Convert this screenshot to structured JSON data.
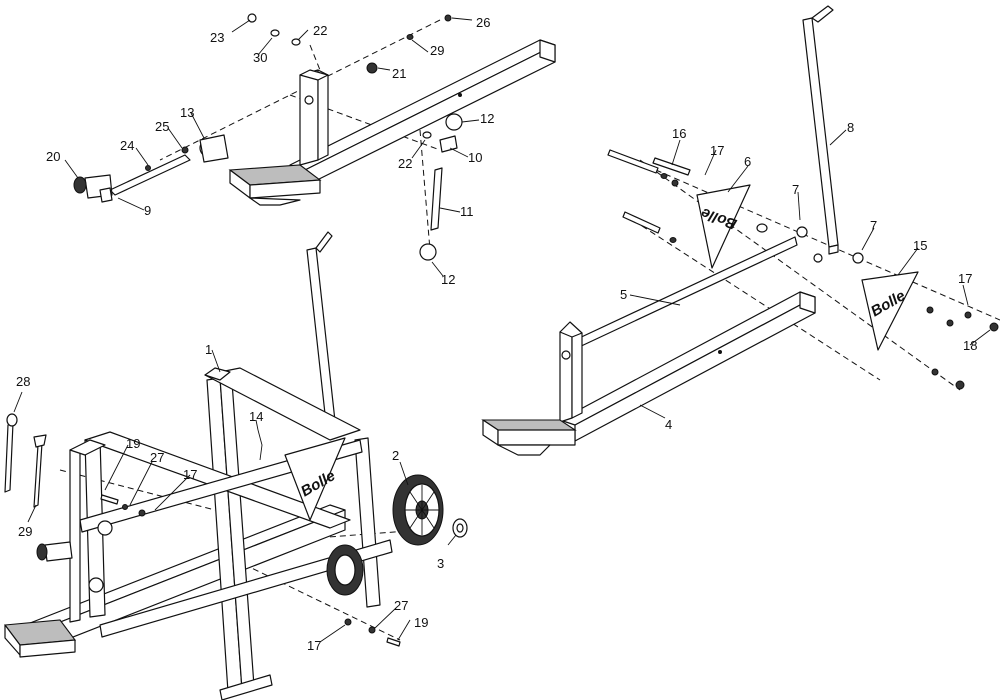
{
  "diagram": {
    "brand_text": "Bolle",
    "callouts": [
      {
        "key": "c1",
        "text": "1"
      },
      {
        "key": "c2",
        "text": "2"
      },
      {
        "key": "c3",
        "text": "3"
      },
      {
        "key": "c4",
        "text": "4"
      },
      {
        "key": "c5",
        "text": "5"
      },
      {
        "key": "c6",
        "text": "6"
      },
      {
        "key": "c7a",
        "text": "7"
      },
      {
        "key": "c7b",
        "text": "7"
      },
      {
        "key": "c8",
        "text": "8"
      },
      {
        "key": "c9",
        "text": "9"
      },
      {
        "key": "c10",
        "text": "10"
      },
      {
        "key": "c11",
        "text": "11"
      },
      {
        "key": "c12a",
        "text": "12"
      },
      {
        "key": "c12b",
        "text": "12"
      },
      {
        "key": "c13",
        "text": "13"
      },
      {
        "key": "c14",
        "text": "14"
      },
      {
        "key": "c15",
        "text": "15"
      },
      {
        "key": "c16",
        "text": "16"
      },
      {
        "key": "c17a",
        "text": "17"
      },
      {
        "key": "c17b",
        "text": "17"
      },
      {
        "key": "c17c",
        "text": "17"
      },
      {
        "key": "c17d",
        "text": "17"
      },
      {
        "key": "c18",
        "text": "18"
      },
      {
        "key": "c19a",
        "text": "19"
      },
      {
        "key": "c19b",
        "text": "19"
      },
      {
        "key": "c20",
        "text": "20"
      },
      {
        "key": "c21",
        "text": "21"
      },
      {
        "key": "c22a",
        "text": "22"
      },
      {
        "key": "c22b",
        "text": "22"
      },
      {
        "key": "c23",
        "text": "23"
      },
      {
        "key": "c24",
        "text": "24"
      },
      {
        "key": "c25",
        "text": "25"
      },
      {
        "key": "c26",
        "text": "26"
      },
      {
        "key": "c27a",
        "text": "27"
      },
      {
        "key": "c27b",
        "text": "27"
      },
      {
        "key": "c28",
        "text": "28"
      },
      {
        "key": "c29a",
        "text": "29"
      },
      {
        "key": "c29b",
        "text": "29"
      },
      {
        "key": "c30",
        "text": "30"
      }
    ]
  }
}
